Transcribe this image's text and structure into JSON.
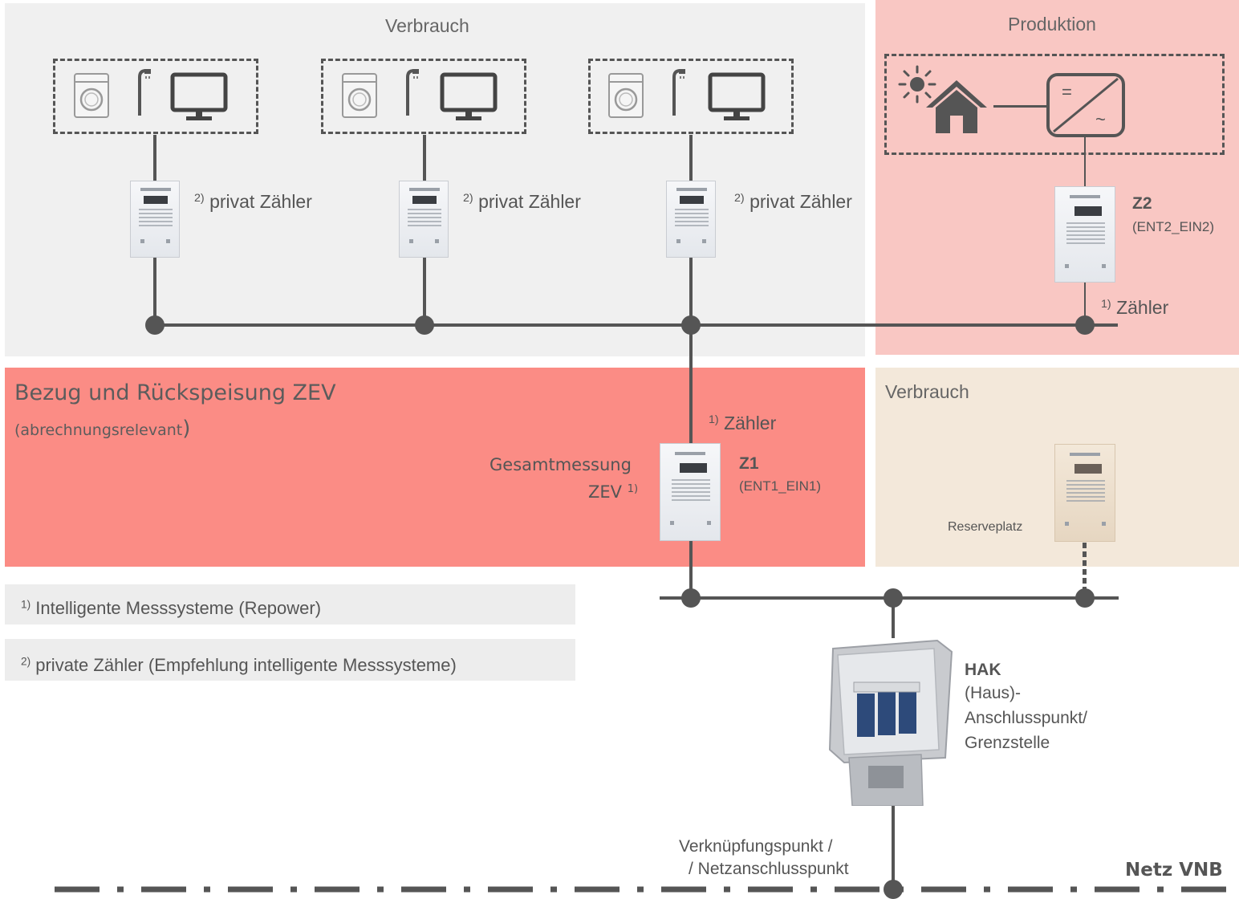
{
  "zones": {
    "consumption_top": {
      "title": "Verbrauch",
      "color": "#f0f0f0"
    },
    "production": {
      "title": "Produktion",
      "color": "#f9c7c3"
    },
    "billing": {
      "title": "Bezug und Rückspeisung ZEV",
      "subtitle_prefix": "(abrechnungsrelevant",
      "subtitle_suffix": ")",
      "color": "#fb8c85"
    },
    "consumption_bottom": {
      "title": "Verbrauch",
      "color": "#f3e8da"
    }
  },
  "private_meter_label": {
    "sup": "2)",
    "text": "privat Zähler"
  },
  "meter_z2": {
    "name": "Z2",
    "code": "(ENT2_EIN2)",
    "note_sup": "1)",
    "note": "Zähler"
  },
  "meter_z1": {
    "name": "Z1",
    "code": "(ENT1_EIN1)",
    "note_sup": "1)",
    "note": "Zähler",
    "left_label_1": "Gesamtmessung",
    "left_label_2": "ZEV",
    "left_label_sup": "1)"
  },
  "reserve": {
    "label": "Reserveplatz"
  },
  "legend": [
    {
      "sup": "1)",
      "text": "Intelligente Messsysteme (Repower)"
    },
    {
      "sup": "2)",
      "text": "private Zähler (Empfehlung intelligente Messsysteme)"
    }
  ],
  "hak": {
    "name": "HAK",
    "line1": "(Haus)-",
    "line2": "Anschlusspunkt/",
    "line3": "Grenzstelle"
  },
  "connection_point": {
    "line1": "Verknüpfungspunkt /",
    "line2": "/ Netzanschlusspunkt"
  },
  "grid": {
    "label": "Netz VNB"
  },
  "icons": [
    "washing-machine-icon",
    "shower-icon",
    "monitor-icon",
    "sun-icon",
    "house-icon",
    "inverter-icon",
    "electricity-meter-icon",
    "house-connection-box-icon"
  ]
}
